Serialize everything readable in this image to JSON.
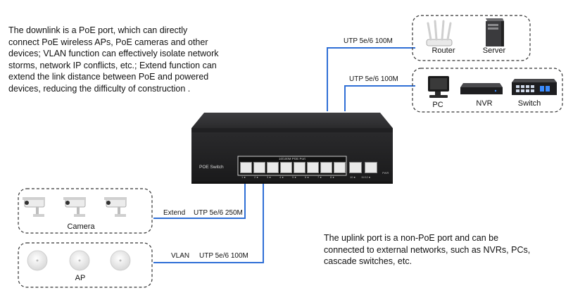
{
  "text": {
    "left_paragraph": "The downlink is a PoE port, which can directly connect PoE wireless APs, PoE cameras and other devices; VLAN function can effectively isolate network storms, network IP conflicts, etc.; Extend function can extend the link distance between PoE and powered devices, reducing the difficulty of construction .",
    "right_paragraph": "The uplink port is a non-PoE port and can be connected to external networks, such as NVRs, PCs, cascade switches, etc."
  },
  "links": {
    "top1": "UTP 5e/6  100M",
    "top2": "UTP 5e/6  100M",
    "extend_mode": "Extend",
    "extend_cable": "UTP 5e/6  250M",
    "vlan_mode": "VLAN",
    "vlan_cable": "UTP 5e/6  100M"
  },
  "devices": {
    "router": "Router",
    "server": "Server",
    "pc": "PC",
    "nvr": "NVR",
    "switch": "Switch",
    "camera": "Camera",
    "ap": "AP"
  },
  "switch_panel": {
    "name": "POE Switch",
    "poe_label": "10/100M POE Port",
    "port_nums": [
      "1 ●",
      "2 ●",
      "3 ●",
      "4 ●",
      "5 ●",
      "6 ●",
      "7 ●",
      "8 ●"
    ],
    "uplink_nums": [
      "10 ●",
      "11/12 ●"
    ],
    "extra": "PWR"
  },
  "colors": {
    "wire": "#2f6fd6",
    "switch_body": "#2b2b2d",
    "dash": "#333333"
  }
}
